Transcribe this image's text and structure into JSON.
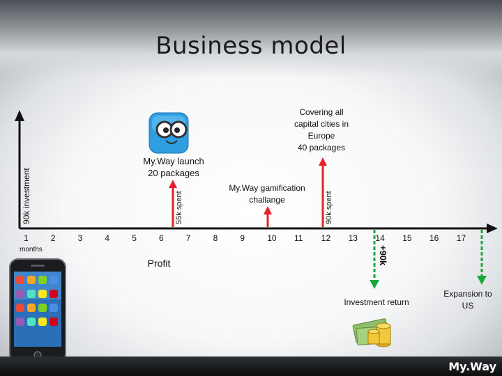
{
  "title": "Business model",
  "investment_axis_label": "90k investment",
  "months_label": "months",
  "months": [
    "1",
    "2",
    "3",
    "4",
    "5",
    "6",
    "7",
    "8",
    "9",
    "10",
    "11",
    "12",
    "13",
    "14",
    "15",
    "16",
    "17"
  ],
  "milestones": {
    "launch": {
      "text": "My.Way launch\n20 packages",
      "spent": "55k spent",
      "month": 6
    },
    "gamification": {
      "text": "My.Way  gamification\nchallange",
      "month": 9
    },
    "europe": {
      "text": "Covering all\ncapital cities in\nEurope\n40 packages",
      "spent": "90k spent",
      "month": 11.5
    },
    "investment_return": {
      "text": "Investment return",
      "amount": "+90k",
      "month": 13
    },
    "expansion": {
      "text": "Expansion to\nUS",
      "month": 17
    }
  },
  "profit_label": "Profit",
  "footer_brand": "My.Way",
  "colors": {
    "red": "#e8202a",
    "green": "#1aa83a",
    "axis": "#111111"
  },
  "icons": [
    "app-owl-logo-icon",
    "iphone-icon",
    "money-stack-icon"
  ]
}
